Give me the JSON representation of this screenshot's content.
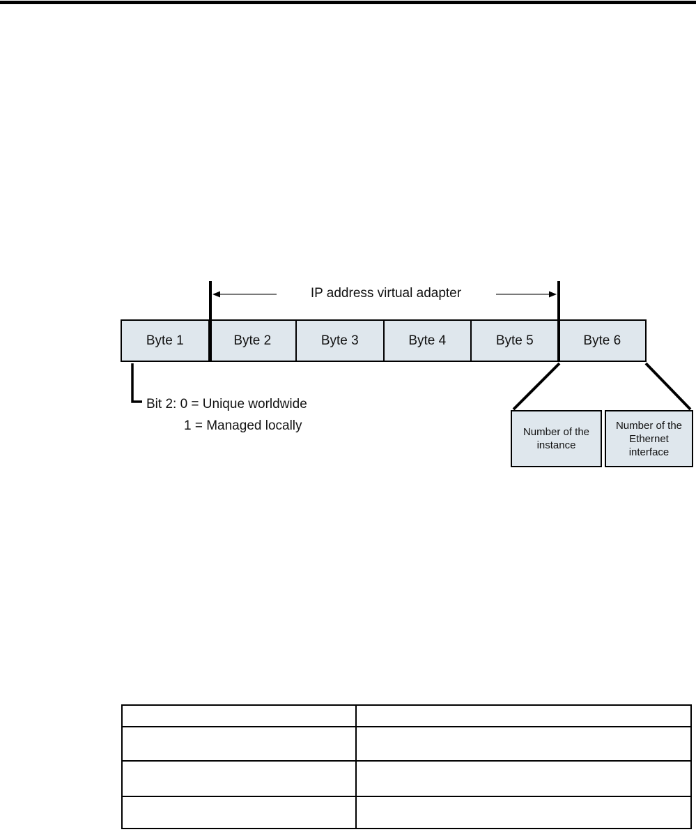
{
  "page": {
    "background": "#ffffff",
    "top_rule_color": "#000000"
  },
  "diagram": {
    "title": "IP address virtual adapter",
    "bytes": [
      "Byte 1",
      "Byte 2",
      "Byte 3",
      "Byte 4",
      "Byte 5",
      "Byte 6"
    ],
    "bit_note_line1": "Bit 2: 0 = Unique worldwide",
    "bit_note_line2": "1 = Managed locally",
    "instance_label": "Number of the instance",
    "ethernet_label": "Number of the Ethernet interface",
    "box_fill": "#dfe7ed",
    "line_color": "#000000",
    "arrow_color": "#4d4d4d"
  },
  "table": {
    "rows": 4,
    "columns": 2,
    "cells": [
      [
        "",
        ""
      ],
      [
        "",
        ""
      ],
      [
        "",
        ""
      ],
      [
        "",
        ""
      ]
    ]
  }
}
